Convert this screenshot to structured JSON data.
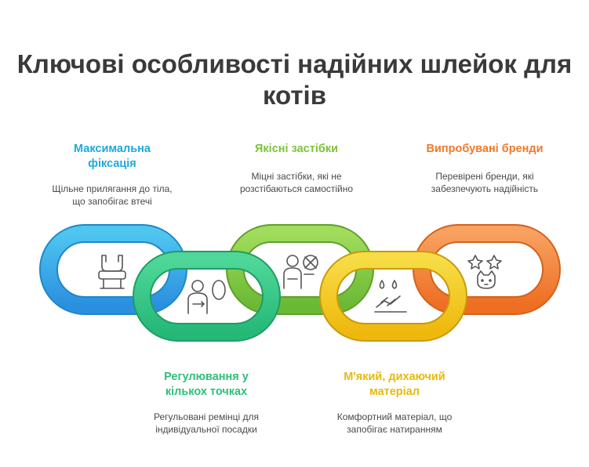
{
  "title": "Ключові особливості надійних шлейок для котів",
  "features": [
    {
      "heading": "Максимальна фіксація",
      "description": "Щільне прилягання до тіла, що запобігає втечі",
      "color": "#1da8e0",
      "icon": "harness-icon"
    },
    {
      "heading": "Регулювання у кількох точках",
      "description": "Регульовані ремінці для індивідуальної посадки",
      "color": "#2fbf7a",
      "icon": "adjust-person-icon"
    },
    {
      "heading": "Якісні застібки",
      "description": "Міцні застібки, які не розстібаються самостійно",
      "color": "#7cc23a",
      "icon": "buckle-person-icon"
    },
    {
      "heading": "М'який, дихаючий матеріал",
      "description": "Комфортний матеріал, що запобігає натиранням",
      "color": "#e8b90c",
      "icon": "breathable-material-icon"
    },
    {
      "heading": "Випробувані бренди",
      "description": "Перевірені бренди, які забезпечують надійність",
      "color": "#f07a2a",
      "icon": "star-cat-icon"
    }
  ]
}
